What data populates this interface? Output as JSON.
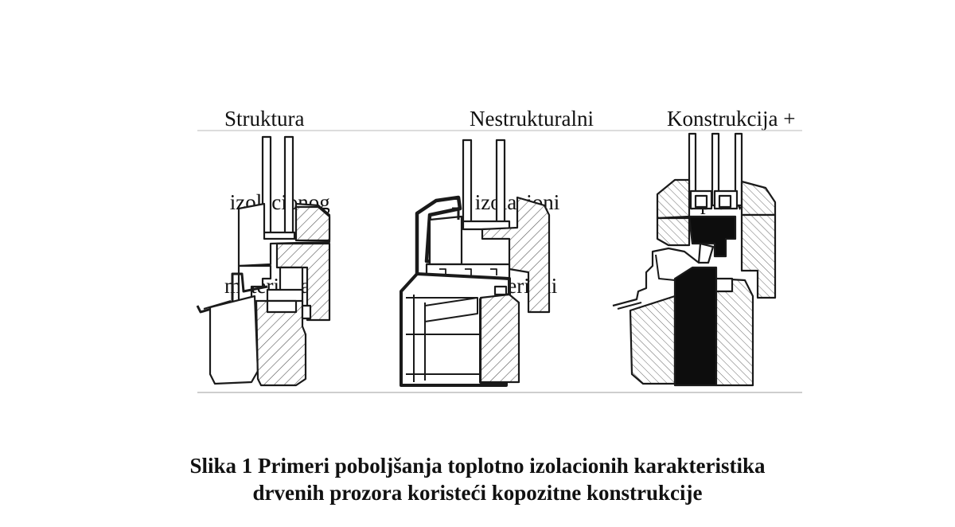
{
  "labels": [
    {
      "lines": [
        "Struktura",
        " izolacionog",
        "materijala"
      ]
    },
    {
      "lines": [
        "Nestrukturalni",
        " izolacioni",
        " materijali"
      ]
    },
    {
      "lines": [
        "Konstrukcija +",
        "    tip drveta"
      ]
    }
  ],
  "caption": {
    "line1": "Slika 1 Primeri poboljšanja toplotno izolacionih karakteristika",
    "line2": "drvenih prozora koristeći kopozitne konstrukcije"
  },
  "colors": {
    "ink": "#1a1a1a",
    "rule": "#cfcfcf",
    "fill_dark": "#0d0d0d"
  }
}
